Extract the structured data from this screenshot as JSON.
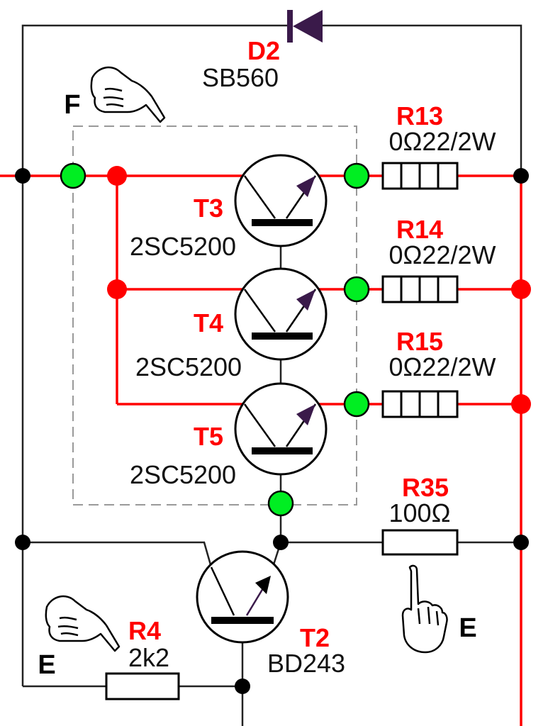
{
  "colors": {
    "signal_wire": "#ff0000",
    "node_green": "#00ee22",
    "node_red": "#ff0000",
    "wire": "#222222",
    "dashed_box": "#999999",
    "diode": "#3a1a4a",
    "arrow": "#3a1a4a"
  },
  "components": {
    "d2": {
      "designator": "D2",
      "value": "SB560"
    },
    "t3": {
      "designator": "T3",
      "value": "2SC5200"
    },
    "t4": {
      "designator": "T4",
      "value": "2SC5200"
    },
    "t5": {
      "designator": "T5",
      "value": "2SC5200"
    },
    "t2": {
      "designator": "T2",
      "value": "BD243"
    },
    "r13": {
      "designator": "R13",
      "value": "0Ω22/2W"
    },
    "r14": {
      "designator": "R14",
      "value": "0Ω22/2W"
    },
    "r15": {
      "designator": "R15",
      "value": "0Ω22/2W"
    },
    "r35": {
      "designator": "R35",
      "value": "100Ω"
    },
    "r4": {
      "designator": "R4",
      "value": "2k2"
    }
  },
  "markers": {
    "f": "F",
    "e_left": "E",
    "e_right": "E"
  },
  "icons": [
    "pointing-hand-icon",
    "pointing-hand-icon",
    "pointing-up-hand-icon"
  ]
}
